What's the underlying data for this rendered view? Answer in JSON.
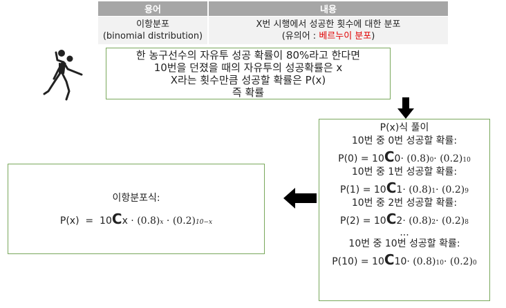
{
  "table": {
    "header_term": "용어",
    "header_content": "내용",
    "term_line1": "이항분포",
    "term_line2": "(binomial distribution)",
    "content_line1": "X번 시행에서 성공한 횟수에 대한 분포",
    "content_synonym_prefix": "(유의어 : ",
    "content_synonym": "베르누이 분포",
    "content_synonym_suffix": ")"
  },
  "problem": {
    "line1": "한 농구선수의 자유투 성공 확률이 80%라고 한다면",
    "line2": "10번을 던졌을 때의 자유투의 성공확률은 x",
    "line3": "X라는 횟수만큼 성공할 확률은 P(x)",
    "line4": "즉 확률"
  },
  "solution": {
    "title": "P(x)식 풀이",
    "case0_label": "10번 중 0번 성공할 확률:",
    "case0_lhs": "P(0) = 10",
    "case0_k": "0·",
    "case0_p": "(0.8)",
    "case0_p_exp": "0",
    "case0_q": "· (0.2)",
    "case0_q_exp": "10",
    "case1_label": "10번 중 1번 성공할 확률:",
    "case1_lhs": "P(1) = 10",
    "case1_k": "1·",
    "case1_p": "(0.8)",
    "case1_p_exp": "1",
    "case1_q": "· (0.2)",
    "case1_q_exp": "9",
    "case2_label": "10번 중 2번 성공할 확률:",
    "case2_lhs": "P(2) = 10",
    "case2_k": "2·",
    "case2_p": "(0.8)",
    "case2_p_exp": "2",
    "case2_q": "· (0.2)",
    "case2_q_exp": "8",
    "ellipsis": "...",
    "case10_label": "10번 중 10번 성공할 확률:",
    "case10_lhs": "P(10) = 10",
    "case10_k": "10·",
    "case10_p": "(0.8)",
    "case10_p_exp": "10",
    "case10_q": "· (0.2)",
    "case10_q_exp": "0",
    "combination_symbol": "C"
  },
  "binomial": {
    "title": "이항분포식:",
    "lhs": "P(x)  =  10",
    "k": "x ·",
    "p": "(0.8)",
    "p_exp": "x",
    "q": " · (0.2)",
    "q_exp": "10−x",
    "combination_symbol": "C"
  },
  "icons": {
    "player": "basketball-player-icon",
    "arrow_down": "down-arrow-icon",
    "arrow_left": "left-arrow-icon"
  },
  "colors": {
    "box_border": "#78a75a",
    "header_bg": "#a6a6a6",
    "row_bg": "#f2f2f2",
    "highlight": "#e00000"
  }
}
